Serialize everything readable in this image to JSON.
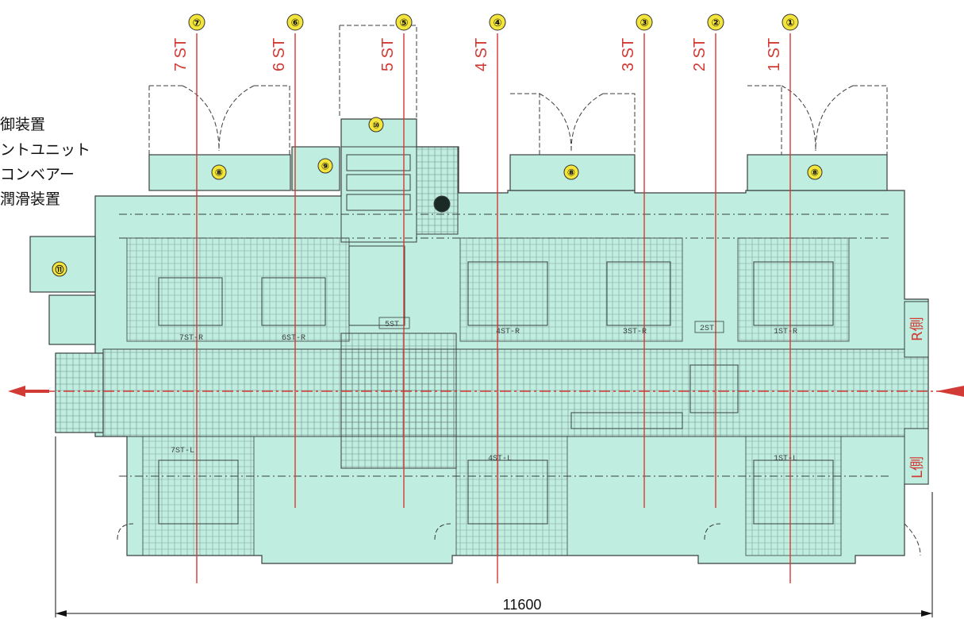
{
  "legend": [
    "御装置",
    "ントユニット",
    "コンベアー",
    "潤滑装置"
  ],
  "stations": [
    {
      "num": "①",
      "label": "1 ST"
    },
    {
      "num": "②",
      "label": "2 ST"
    },
    {
      "num": "③",
      "label": "3 ST"
    },
    {
      "num": "④",
      "label": "4 ST"
    },
    {
      "num": "⑤",
      "label": "5 ST"
    },
    {
      "num": "⑥",
      "label": "6 ST"
    },
    {
      "num": "⑦",
      "label": "7 ST"
    }
  ],
  "unit_markers": {
    "m8": "⑧",
    "m9": "⑨",
    "m10": "⑩",
    "m11": "⑪"
  },
  "side_labels": {
    "r_side": "R側",
    "l_side": "L側"
  },
  "station_tags": {
    "t5": "5ST",
    "t2": "2ST",
    "t7r": "7ST-R",
    "t6r": "6ST-R",
    "t7l": "7ST-L",
    "t4r": "4ST-R",
    "t3r": "3ST-R",
    "t1r": "1ST-R",
    "t4l": "4ST-L",
    "t1l": "1ST-L"
  },
  "dimension": {
    "total_length": "11600"
  },
  "colors": {
    "fill": "#bfeee0",
    "line": "#3a3f3f",
    "accent": "#d23a35",
    "marker": "#f4e53a"
  }
}
